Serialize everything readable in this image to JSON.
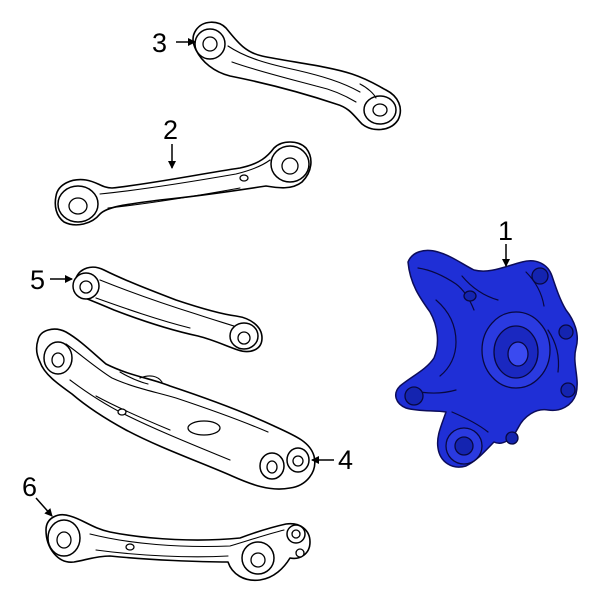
{
  "colors": {
    "line": "#000000",
    "highlight_part": "#1f2fd6",
    "highlight_dark": "#0c0c5a",
    "background": "#ffffff"
  },
  "callouts": {
    "c1": "1",
    "c2": "2",
    "c3": "3",
    "c4": "4",
    "c5": "5",
    "c6": "6"
  }
}
